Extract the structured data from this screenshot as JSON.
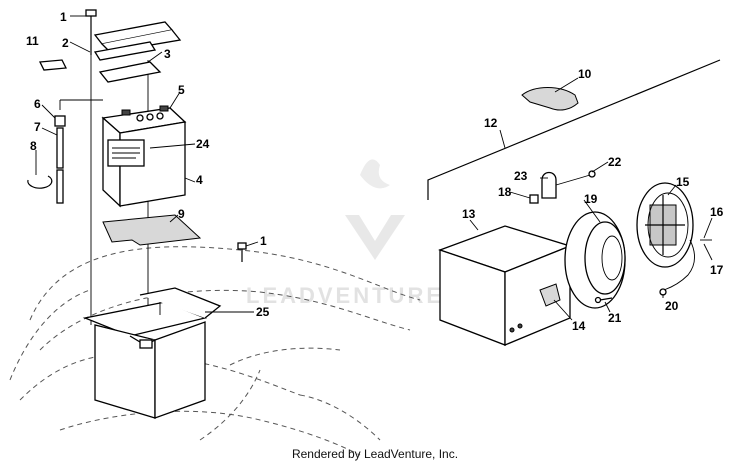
{
  "labels": [
    "1",
    "2",
    "3",
    "4",
    "5",
    "6",
    "7",
    "8",
    "9",
    "10",
    "11",
    "12",
    "13",
    "14",
    "15",
    "16",
    "17",
    "18",
    "19",
    "20",
    "21",
    "22",
    "23",
    "24",
    "25",
    "1"
  ],
  "watermark": "LEADVENTURE",
  "credit": "Rendered by LeadVenture, Inc.",
  "colors": {
    "ink": "#000000",
    "watermark": "#e2e2e2",
    "background": "#ffffff"
  }
}
